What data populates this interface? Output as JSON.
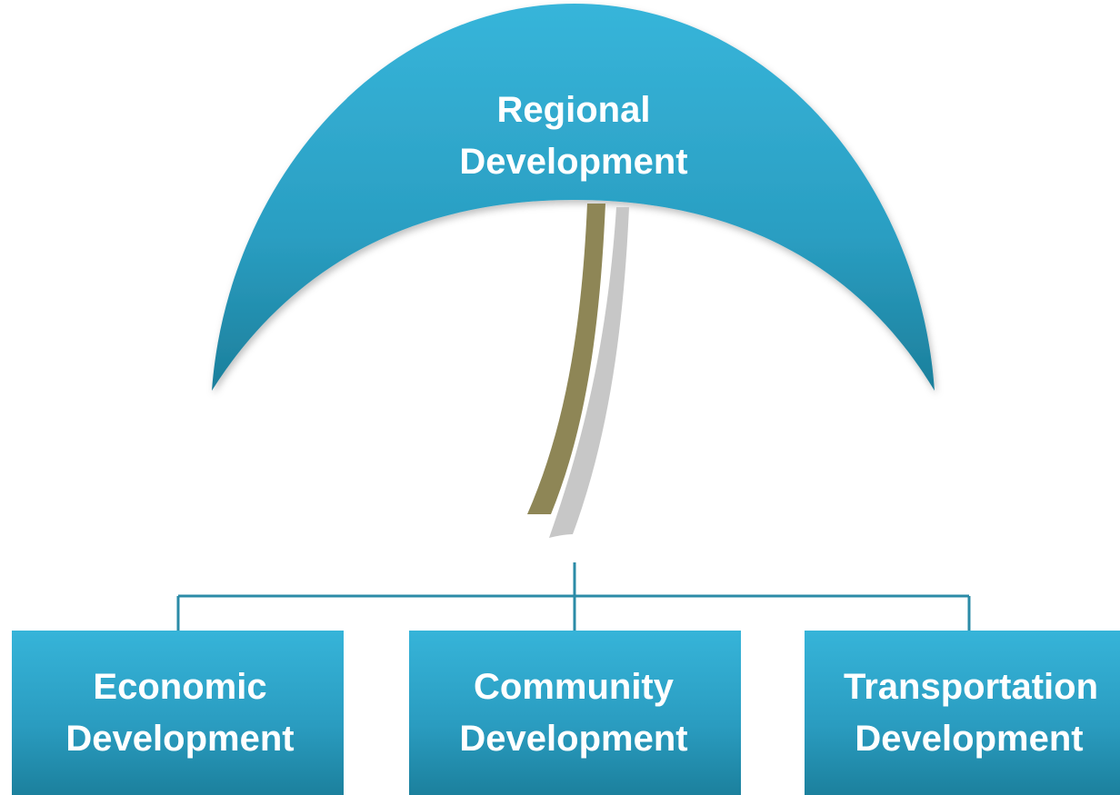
{
  "diagram": {
    "root": {
      "line1": "Regional",
      "line2": "Development"
    },
    "children": [
      {
        "line1": "Economic",
        "line2": "Development"
      },
      {
        "line1": "Community",
        "line2": "Development"
      },
      {
        "line1": "Transportation",
        "line2": "Development"
      }
    ],
    "colors": {
      "box_top": "#33b2d6",
      "box_bottom": "#1d86a4",
      "connector": "#2a8aa6",
      "stem_olive": "#8c8455",
      "stem_gray": "#c4c4c4"
    }
  }
}
